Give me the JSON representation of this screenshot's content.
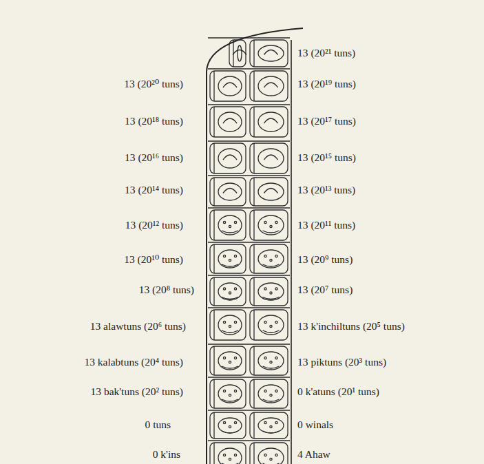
{
  "diagram": {
    "labels": [
      "13 (20²¹ tuns)",
      "13 (20²⁰ tuns)",
      "13 (20¹⁹ tuns)",
      "13 (20¹⁸ tuns)",
      "13 (20¹⁷ tuns)",
      "13 (20¹⁶ tuns)",
      "13 (20¹⁵ tuns)",
      "13 (20¹⁴ tuns)",
      "13 (20¹³ tuns)",
      "13 (20¹² tuns)",
      "13 (20¹¹ tuns)",
      "13 (20¹⁰ tuns)",
      "13 (20⁹ tuns)",
      "13 (20⁸ tuns)",
      "13 (20⁷ tuns)",
      "13 alawtuns (20⁶ tuns)",
      "13 k'inchiltuns (20⁵ tuns)",
      "13 kalabtuns (20⁴ tuns)",
      "13 piktuns (20³ tuns)",
      "13 bak'tuns (20² tuns)",
      "0 k'atuns (20¹ tuns)",
      "0 tuns",
      "0 winals",
      "0 k'ins",
      "4 Ahaw"
    ]
  }
}
